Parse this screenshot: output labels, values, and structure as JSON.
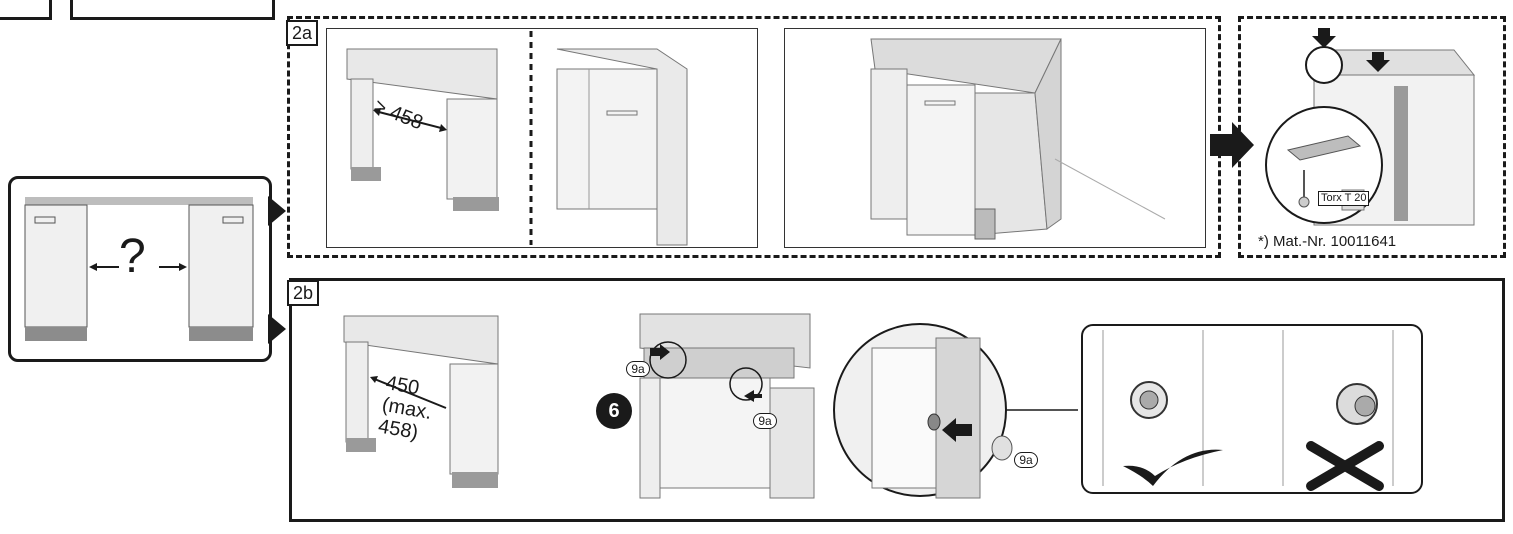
{
  "section_2a": {
    "tag": "2a",
    "dimension_min": "> 458"
  },
  "section_2b": {
    "tag": "2b",
    "dimension_label": [
      "450",
      "(max.",
      "458)"
    ],
    "step_number": "6",
    "part_label": "9a"
  },
  "side_panel": {
    "question_mark": "?"
  },
  "fixing_panel": {
    "tool_label": "Torx T 20",
    "footnote": "*) Mat.-Nr. 10011641"
  },
  "colors": {
    "line": "#1a1a1a",
    "panel_fill": "#f2f2f2",
    "grey": "#8c8c8c"
  }
}
